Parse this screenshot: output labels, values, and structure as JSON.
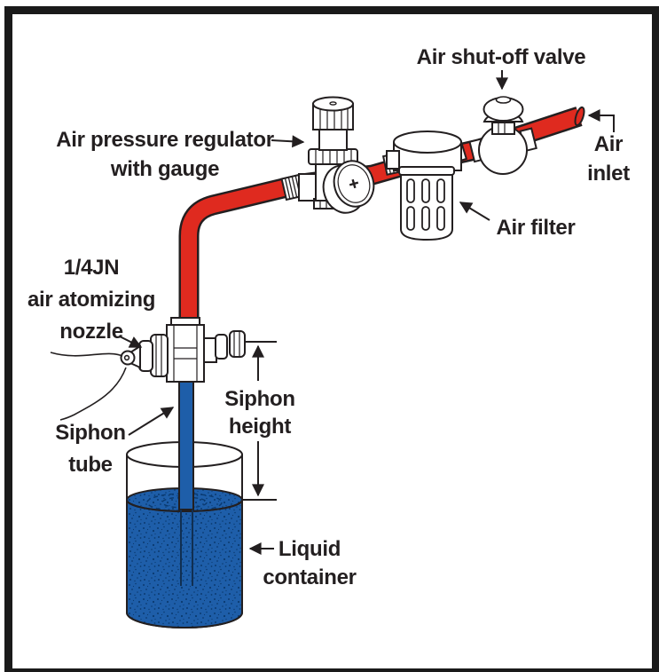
{
  "labels": {
    "air_pressure_regulator": {
      "line1": "Air pressure regulator",
      "line2": "with gauge"
    },
    "air_shut_off_valve": {
      "line1": "Air shut-off valve"
    },
    "air_inlet": {
      "line1": "Air",
      "line2": "inlet"
    },
    "air_filter": {
      "line1": "Air filter"
    },
    "atomizing_nozzle": {
      "line1": "1/4JN",
      "line2": "air atomizing",
      "line3": "nozzle"
    },
    "siphon_tube": {
      "line1": "Siphon",
      "line2": "tube"
    },
    "siphon_height": {
      "line1": "Siphon",
      "line2": "height"
    },
    "liquid_container": {
      "line1": "Liquid",
      "line2": "container"
    }
  },
  "colors": {
    "air_line_red": "#df2a1f",
    "liquid_blue": "#1e5ea9",
    "liquid_speckle": "#0a3a70",
    "outline": "#231f20",
    "frame_border": "#1a1a1a",
    "background": "#ffffff"
  },
  "components": [
    "air-inlet-pipe",
    "air-shut-off-valve",
    "air-filter",
    "air-pressure-regulator-with-gauge",
    "atomizing-nozzle",
    "siphon-tube",
    "liquid-container"
  ]
}
